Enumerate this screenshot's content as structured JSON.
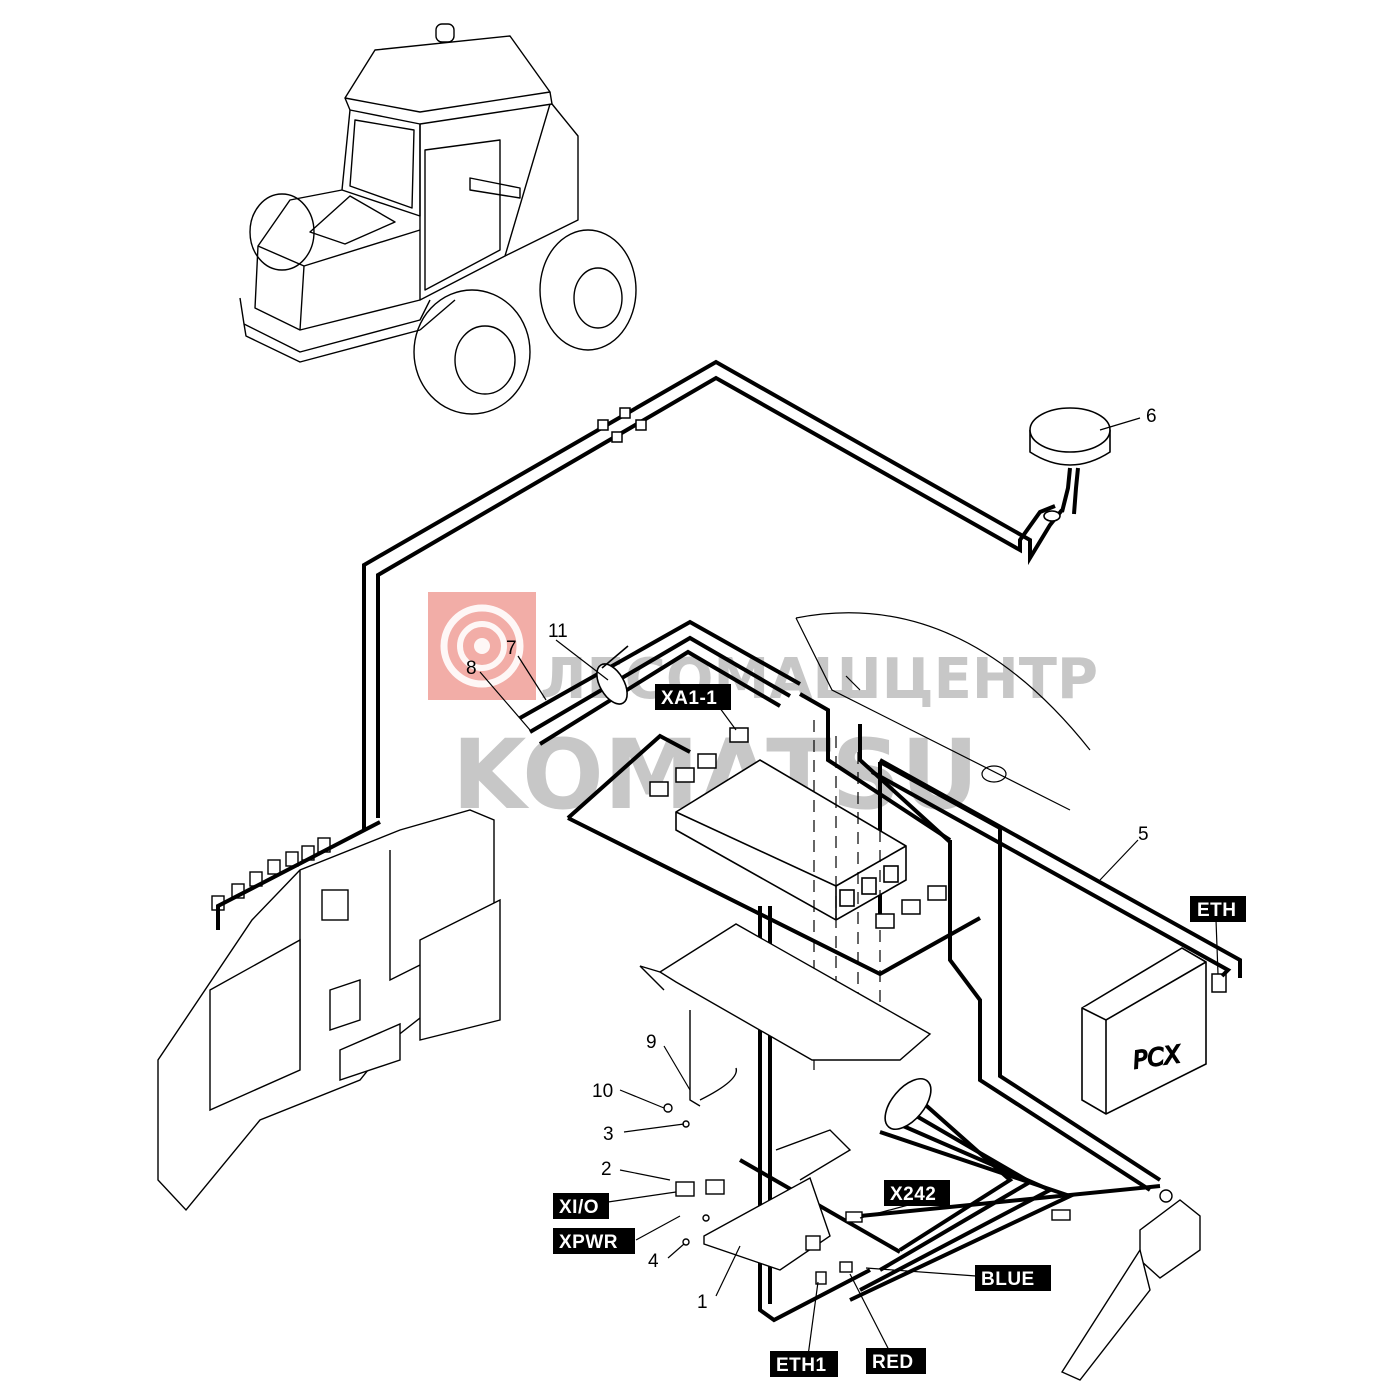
{
  "diagram": {
    "callouts": {
      "c1": "1",
      "c2": "2",
      "c3": "3",
      "c4": "4",
      "c5": "5",
      "c6": "6",
      "c7": "7",
      "c8": "8",
      "c9": "9",
      "c10": "10",
      "c11": "11"
    },
    "connector_tags": {
      "xa1": "XA1-1",
      "eth": "ETH",
      "x242": "X242",
      "xio": "XI/O",
      "xpwr": "XPWR",
      "blue": "BLUE",
      "eth1": "ETH1",
      "red": "RED"
    },
    "module_label": "PCX",
    "watermark": {
      "line1": "ЛЕСОМАШЦЕНТР",
      "line2": "KOMATSU",
      "logo_color": "#e24a3b"
    }
  }
}
